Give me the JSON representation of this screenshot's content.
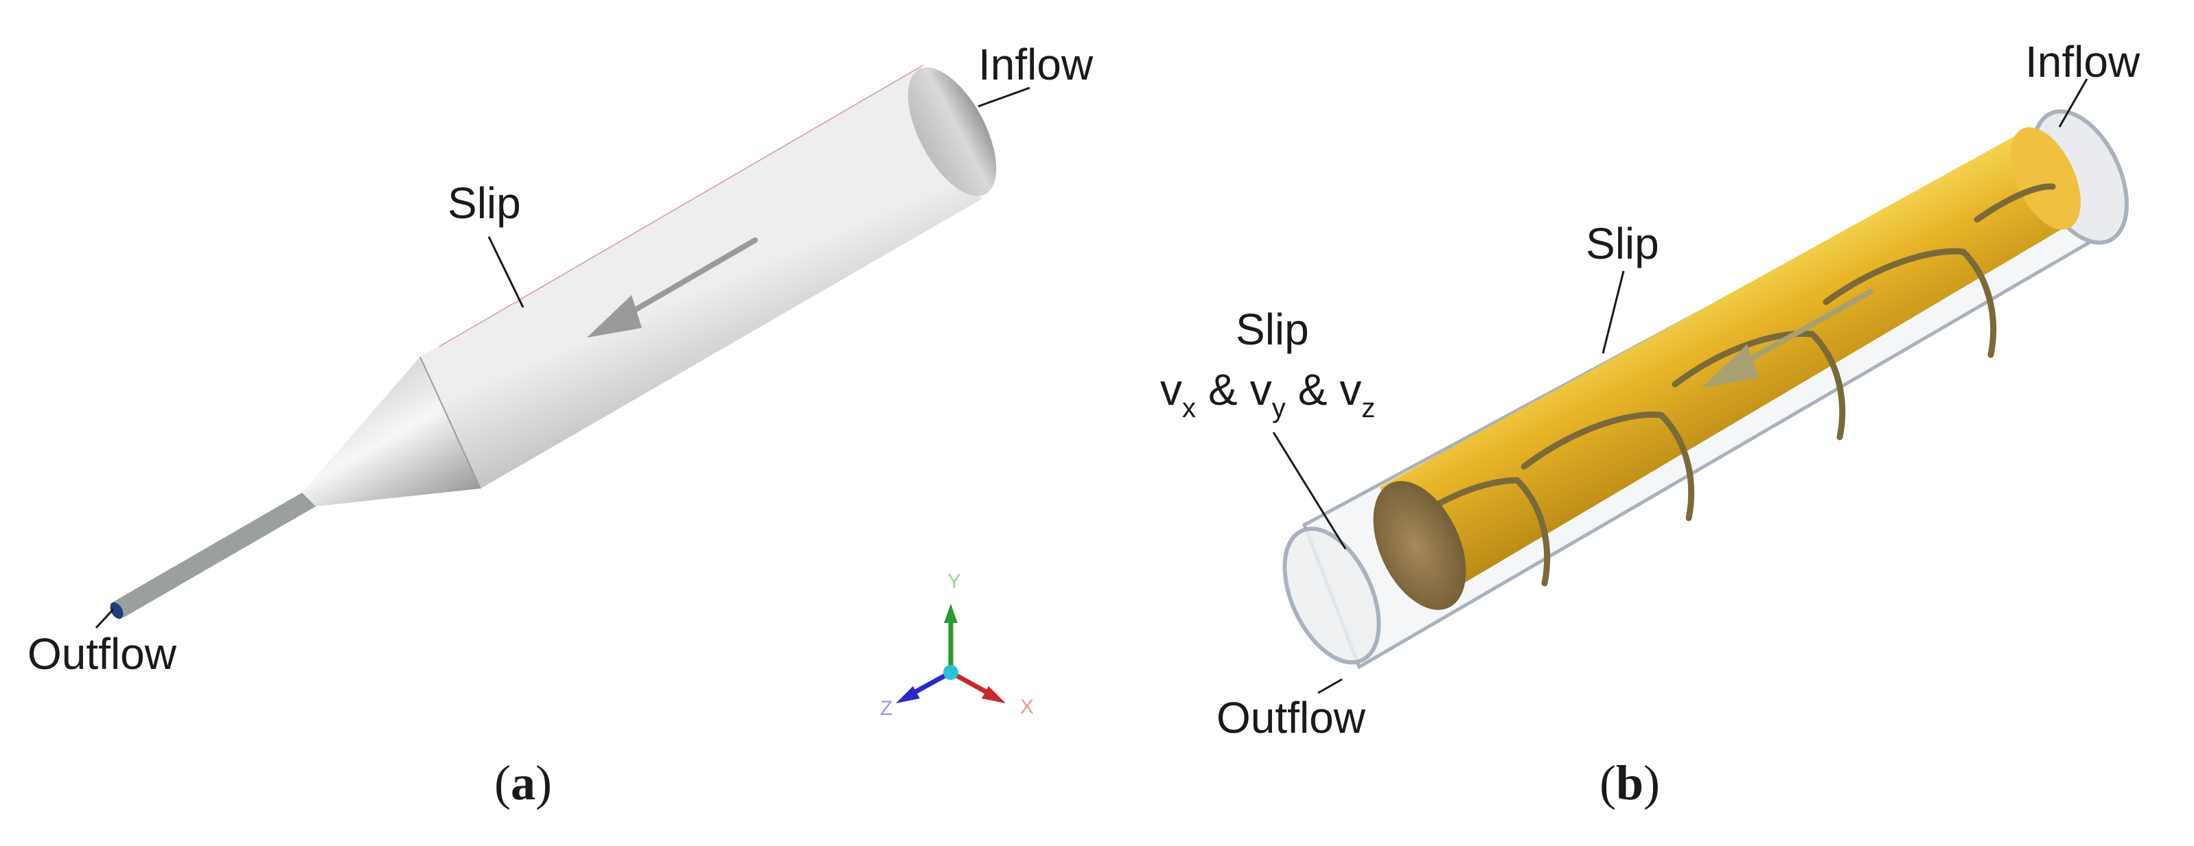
{
  "panels": [
    {
      "caption_letter": "a",
      "labels": {
        "inflow": "Inflow",
        "slip": "Slip",
        "outflow": "Outflow"
      }
    },
    {
      "caption_letter": "b",
      "labels": {
        "inflow": "Inflow",
        "slip_top": "Slip",
        "slip_left": "Slip",
        "outflow": "Outflow",
        "velocity": {
          "v": "v",
          "x": "x",
          "y": "y",
          "z": "z",
          "amp": "&"
        }
      }
    }
  ],
  "axes_triad": {
    "y": "Y",
    "x": "X",
    "z": "Z",
    "colors": {
      "y": "#2a9a2a",
      "x": "#c8282a",
      "z": "#2a2ac8",
      "origin": "#27c2d8"
    }
  },
  "colors": {
    "cylinder": "#b8b8b8",
    "gold": "#e0a820",
    "tube": "#9aa4b0"
  }
}
